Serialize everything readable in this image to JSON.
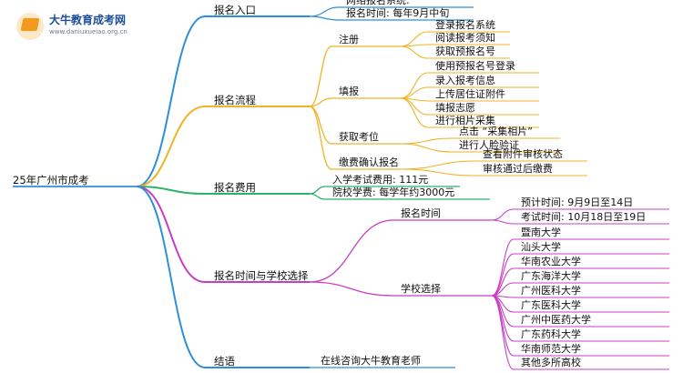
{
  "logo": {
    "name": "大牛教育成考网",
    "url": "www.daniuxueiao.org.cn"
  },
  "root": "25年广州市成考",
  "branches": [
    {
      "label": "报名入口",
      "color": "#2f8ed8",
      "children": [
        {
          "label": "网络报名系统:"
        },
        {
          "label": "报名时间: 每年9月中旬"
        }
      ]
    },
    {
      "label": "报名流程",
      "color": "#f0b325",
      "children": [
        {
          "label": "注册",
          "children": [
            {
              "label": "登录报名系统"
            },
            {
              "label": "阅读报考须知"
            },
            {
              "label": "获取预报名号"
            }
          ]
        },
        {
          "label": "填报",
          "children": [
            {
              "label": "使用预报名号登录"
            },
            {
              "label": "录入报考信息"
            },
            {
              "label": "上传居住证附件"
            },
            {
              "label": "填报志愿"
            },
            {
              "label": "进行相片采集"
            }
          ]
        },
        {
          "label": "获取考位",
          "children": [
            {
              "label": "点击 “采集相片”"
            },
            {
              "label": "进行人脸验证"
            }
          ]
        },
        {
          "label": "缴费确认报名",
          "children": [
            {
              "label": "查看附件审核状态"
            },
            {
              "label": "审核通过后缴费"
            }
          ]
        }
      ]
    },
    {
      "label": "报名费用",
      "color": "#29b36b",
      "children": [
        {
          "label": "入学考试费用: 111元"
        },
        {
          "label": "院校学费: 每学年约3000元"
        }
      ]
    },
    {
      "label": "报名时间与学校选择",
      "color": "#c83dc4",
      "children": [
        {
          "label": "报名时间",
          "children": [
            {
              "label": "预计时间: 9月9日至14日"
            },
            {
              "label": "考试时间: 10月18日至19日"
            }
          ]
        },
        {
          "label": "学校选择",
          "children": [
            {
              "label": "暨南大学"
            },
            {
              "label": "汕头大学"
            },
            {
              "label": "华南农业大学"
            },
            {
              "label": "广东海洋大学"
            },
            {
              "label": "广州医科大学"
            },
            {
              "label": "广东医科大学"
            },
            {
              "label": "广州中医药大学"
            },
            {
              "label": "广东药科大学"
            },
            {
              "label": "华南师范大学"
            },
            {
              "label": "其他多所高校"
            }
          ]
        }
      ]
    },
    {
      "label": "结语",
      "color": "#2f8ed8",
      "children": [
        {
          "label": "在线咨询大牛教育老师"
        }
      ]
    }
  ]
}
